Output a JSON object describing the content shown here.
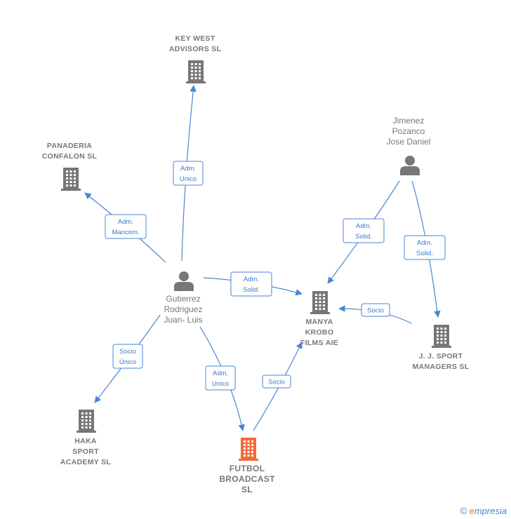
{
  "nodes": [
    {
      "id": "keywest",
      "type": "company",
      "lines": [
        "KEY WEST",
        "ADVISORS  SL"
      ],
      "highlight": false
    },
    {
      "id": "panaderia",
      "type": "company",
      "lines": [
        "PANADERIA",
        "CONFALON SL"
      ],
      "highlight": false
    },
    {
      "id": "jimenez",
      "type": "person",
      "lines": [
        "Jimenez",
        "Pozanco",
        "Jose Daniel"
      ],
      "highlight": false
    },
    {
      "id": "gutierrez",
      "type": "person",
      "lines": [
        "Gutierrez",
        "Rodriguez",
        "Juan- Luis"
      ],
      "highlight": false
    },
    {
      "id": "manya",
      "type": "company",
      "lines": [
        "MANYA",
        "KROBO",
        "FILMS AIE"
      ],
      "highlight": false
    },
    {
      "id": "jjsport",
      "type": "company",
      "lines": [
        "J.  J. SPORT",
        "MANAGERS SL"
      ],
      "highlight": false
    },
    {
      "id": "haka",
      "type": "company",
      "lines": [
        "HAKA",
        "SPORT",
        "ACADEMY  SL"
      ],
      "highlight": false
    },
    {
      "id": "futbol",
      "type": "company",
      "lines": [
        "FUTBOL",
        "BROADCAST",
        "SL"
      ],
      "highlight": true
    }
  ],
  "edges": [
    {
      "from": "gutierrez",
      "to": "keywest",
      "label": [
        "Adm.",
        "Unico"
      ]
    },
    {
      "from": "gutierrez",
      "to": "panaderia",
      "label": [
        "Adm.",
        "Mancom."
      ]
    },
    {
      "from": "gutierrez",
      "to": "manya",
      "label": [
        "Adm.",
        "Solid."
      ]
    },
    {
      "from": "gutierrez",
      "to": "haka",
      "label": [
        "Socio",
        "Único"
      ]
    },
    {
      "from": "gutierrez",
      "to": "futbol",
      "label": [
        "Adm.",
        "Unico"
      ]
    },
    {
      "from": "futbol",
      "to": "manya",
      "label": [
        "Socio"
      ]
    },
    {
      "from": "jimenez",
      "to": "manya",
      "label": [
        "Adm.",
        "Solid."
      ]
    },
    {
      "from": "jimenez",
      "to": "jjsport",
      "label": [
        "Adm.",
        "Solid."
      ]
    },
    {
      "from": "jjsport",
      "to": "manya",
      "label": [
        "Socio"
      ]
    }
  ],
  "colors": {
    "edge": "#4a86d4",
    "node_default": "#777777",
    "node_highlight": "#f26a3d",
    "label_text": "#777777"
  },
  "icons": {
    "company": "building-icon",
    "person": "person-icon"
  },
  "footer": {
    "copyright_symbol": "©",
    "brand_initial": "e",
    "brand_rest": "mpresia"
  }
}
